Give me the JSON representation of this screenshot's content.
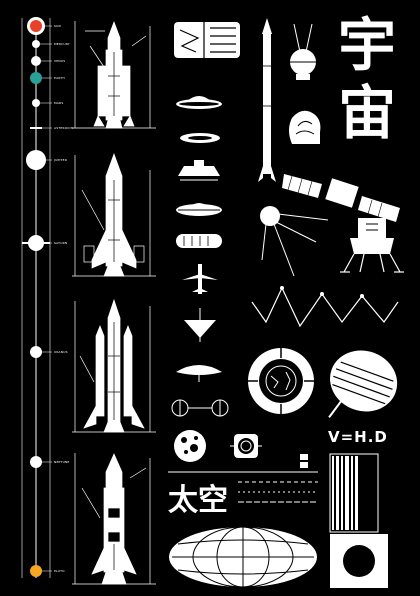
{
  "planets": [
    {
      "name": "SUN",
      "color": "#e8412a",
      "ring": true
    },
    {
      "name": "MERCURY",
      "color": "#ffffff"
    },
    {
      "name": "VENUS",
      "color": "#ffffff"
    },
    {
      "name": "EARTH",
      "color": "#2aa198"
    },
    {
      "name": "MARS",
      "color": "#ffffff"
    },
    {
      "name": "ASTEROIDS",
      "color": "#ffffff"
    },
    {
      "name": "JUPITER",
      "color": "#ffffff"
    },
    {
      "name": "SATURN",
      "color": "#ffffff"
    },
    {
      "name": "URANUS",
      "color": "#ffffff"
    },
    {
      "name": "NEPTUNE",
      "color": "#ffffff"
    },
    {
      "name": "PLUTO",
      "color": "#f5a623"
    }
  ],
  "headline": {
    "top": "宇",
    "bottom": "宙"
  },
  "subtitle": "太空",
  "formula": "V=H.D",
  "colors": {
    "background": "#000000",
    "ink": "#ffffff",
    "sun": "#e8412a",
    "earth": "#2aa198",
    "pluto": "#f5a623"
  }
}
